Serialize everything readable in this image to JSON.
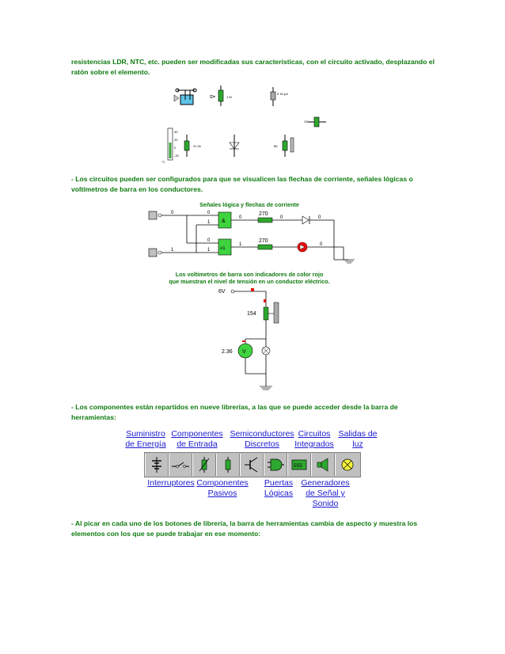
{
  "para1": "resistencias LDR, NTC, etc. pueden ser modificadas sus características, con el circuito activado, desplazando el ratón sobre el elemento.",
  "fig1": {
    "labels": [
      "1 M",
      "5 15 μA",
      "10k",
      "21.2k",
      "85"
    ],
    "scale": [
      "40",
      "20",
      "0",
      "-20"
    ],
    "unit": "°C"
  },
  "para2": "- Los circuitos pueden ser configurados para que se visualicen las flechas de corriente, señales lógicas o voltímetros de barra en los conductores.",
  "fig2": {
    "caption": "Señales lógica y flechas de corriente",
    "inputs": [
      "0",
      "1"
    ],
    "gate_and": "&",
    "gate_or": "≥1",
    "res_label": "270",
    "signals": [
      "0",
      "1",
      "0",
      "1",
      "0",
      "0",
      "1",
      "1",
      "0"
    ]
  },
  "fig3": {
    "caption_line1": "Los voltímetros de barra son indicadores de color rojo",
    "caption_line2": "que muestran el nivel de tensión en un conductor eléctrico.",
    "supply": "6V",
    "pot_value": "154",
    "meter_value": "2.36",
    "meter_symbol": "V"
  },
  "para3": "- Los componentes están repartidos en nueve librerías, a las que se puede acceder desde la barra de herramientas:",
  "libraries_top": [
    {
      "l1": "Suministro",
      "l2": "de Energía"
    },
    {
      "l1": "Componentes",
      "l2": "de Entrada"
    },
    {
      "l1": "Semiconductores",
      "l2": "Discretos"
    },
    {
      "l1": "Circuitos",
      "l2": "Integrados"
    },
    {
      "l1": "Salidas de",
      "l2": "luz"
    }
  ],
  "libraries_bottom": [
    {
      "l1": "Interruptores",
      "l2": ""
    },
    {
      "l1": "Componentes",
      "l2": "Pasivos"
    },
    {
      "l1": "Puertas",
      "l2": "Lógicas"
    },
    {
      "l1": "Generadores",
      "l2": "de Señal y",
      "l3": "Sonido"
    }
  ],
  "toolbar": {
    "icons": [
      "battery-icon",
      "switch-icon",
      "input-component-icon",
      "resistor-icon",
      "transistor-icon",
      "logic-gate-icon",
      "ic-555-icon",
      "speaker-icon",
      "lamp-icon"
    ],
    "ic_label": "555"
  },
  "para4": "- Al picar en cada uno de los botones de librería, la barra de herramientas cambia de aspecto y muestra los elementos con los que se puede trabajar en ese momento:"
}
